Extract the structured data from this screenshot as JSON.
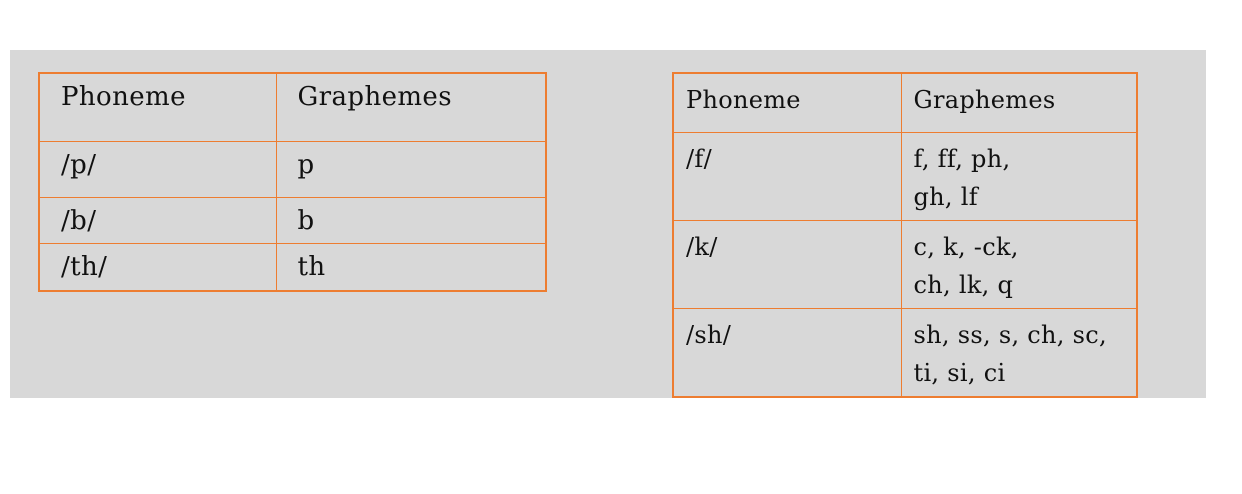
{
  "colors": {
    "accent_border": "#ED7D31",
    "panel_background": "#D8D8D8",
    "page_background": "#FFFFFF",
    "text": "#111111"
  },
  "tables": [
    {
      "name": "phoneme-table-simple",
      "headers": [
        "Phoneme",
        "Graphemes"
      ],
      "rows": [
        {
          "phoneme": "/p/",
          "graphemes": [
            "p"
          ]
        },
        {
          "phoneme": "/b/",
          "graphemes": [
            "b"
          ]
        },
        {
          "phoneme": "/th/",
          "graphemes": [
            "th"
          ]
        }
      ]
    },
    {
      "name": "phoneme-table-complex",
      "headers": [
        "Phoneme",
        "Graphemes"
      ],
      "rows": [
        {
          "phoneme": "/f/",
          "graphemes": [
            "f, ff, ph,",
            "gh, lf"
          ]
        },
        {
          "phoneme": "/k/",
          "graphemes": [
            "c, k, -ck,",
            "ch, lk, q"
          ]
        },
        {
          "phoneme": "/sh/",
          "graphemes": [
            "sh, ss, s, ch, sc,",
            "ti, si, ci"
          ]
        }
      ]
    }
  ]
}
